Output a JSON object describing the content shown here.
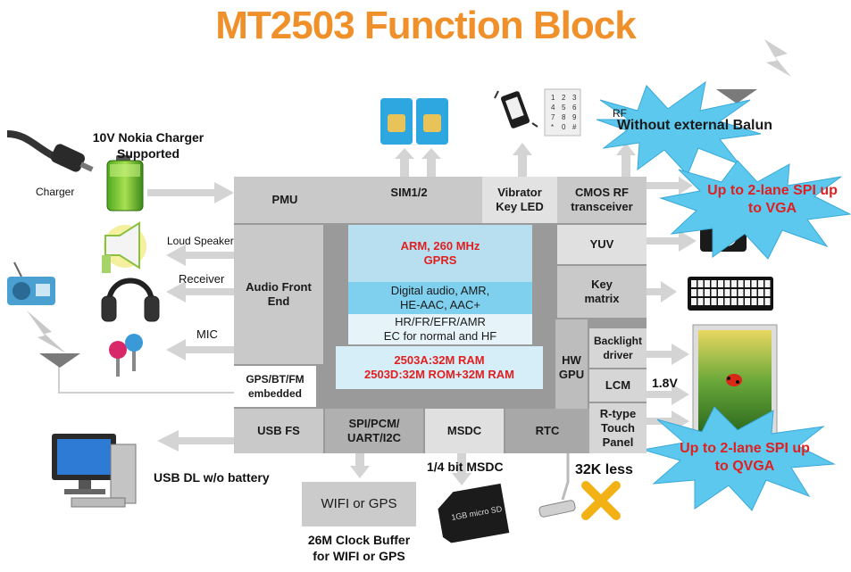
{
  "title": "MT2503 Function Block",
  "labels": {
    "charger_title": "10V Nokia Charger\nSupported",
    "charger": "Charger",
    "loud_speaker": "Loud Speaker",
    "receiver": "Receiver",
    "mic": "MIC",
    "usb_dl": "USB DL w/o battery",
    "msdc_bit": "1/4 bit MSDC",
    "clock_buffer": "26M Clock Buffer\nfor WIFI or GPS",
    "less_32k": "32K less",
    "v18": "1.8V",
    "rf_small": "RF",
    "sd_card": "1GB micro SD"
  },
  "blocks": {
    "pmu": "PMU",
    "sim": "SIM1/2",
    "vibrator": "Vibrator\nKey LED",
    "cmos_rf": "CMOS RF\ntransceiver",
    "yuv": "YUV",
    "key_matrix": "Key\nmatrix",
    "audio_front_end": "Audio Front\nEnd",
    "arm": "ARM, 260 MHz\nGPRS",
    "digital_audio": "Digital audio, AMR,\nHE-AAC, AAC+",
    "hr_fr": "HR/FR/EFR/AMR\nEC for normal and HF",
    "ram": "2503A:32M RAM\n2503D:32M ROM+32M RAM",
    "hw_gpu": "HW\nGPU",
    "backlight": "Backlight\ndriver",
    "lcm": "LCM",
    "touch": "R-type\nTouch\nPanel",
    "gps_bt_fm": "GPS/BT/FM\nembedded",
    "usb_fs": "USB FS",
    "spi_pcm": "SPI/PCM/\nUART/I2C",
    "msdc": "MSDC",
    "rtc": "RTC",
    "wifi_gps": "WIFI or GPS"
  },
  "callouts": {
    "balun": "Without external Balun",
    "spi_vga": "Up to 2-lane SPI up\nto VGA",
    "spi_qvga": "Up to 2-lane SPI up\nto QVGA"
  },
  "keypad_keys": [
    "1",
    "2",
    "3",
    "4",
    "5",
    "6",
    "7",
    "8",
    "9",
    "*",
    "0",
    "#"
  ],
  "icons": [
    "cable-icon",
    "battery-icon",
    "speaker-icon",
    "headphones-icon",
    "microphone-icon",
    "radio-icon",
    "lightning-icon",
    "antenna-icon",
    "computer-icon",
    "sim-card-icon",
    "phone-vibrate-icon",
    "keypad-icon",
    "camera-icon",
    "keyboard-icon",
    "lcd-screen-icon",
    "sd-card-icon",
    "crystal-icon",
    "cross-icon"
  ],
  "colors": {
    "title": "#f0902a",
    "block_gray": "#c9c9c9",
    "block_dark": "#9a9a9a",
    "core_blue": "#b8dff0",
    "callout_blue": "#5cc8ee",
    "red_text": "#e02020"
  }
}
